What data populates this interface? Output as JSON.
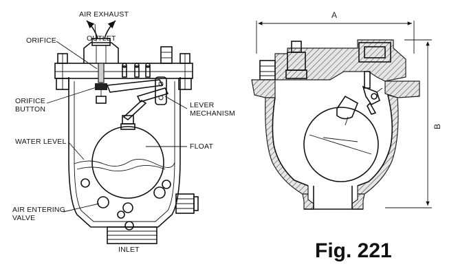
{
  "left_diagram": {
    "labels": {
      "air_exhaust": "AIR EXHAUST",
      "outlet": "OUTLET",
      "orifice": "ORIFICE",
      "orifice_button_line1": "ORIFICE",
      "orifice_button_line2": "BUTTON",
      "lever_line1": "LEVER",
      "lever_line2": "MECHANISM",
      "water_level": "WATER LEVEL",
      "float": "FLOAT",
      "air_entering_line1": "AIR ENTERING",
      "air_entering_line2": "VALVE",
      "inlet": "INLET"
    }
  },
  "right_diagram": {
    "dimension_a": "A",
    "dimension_b": "B"
  },
  "figure_caption": "Fig. 221"
}
